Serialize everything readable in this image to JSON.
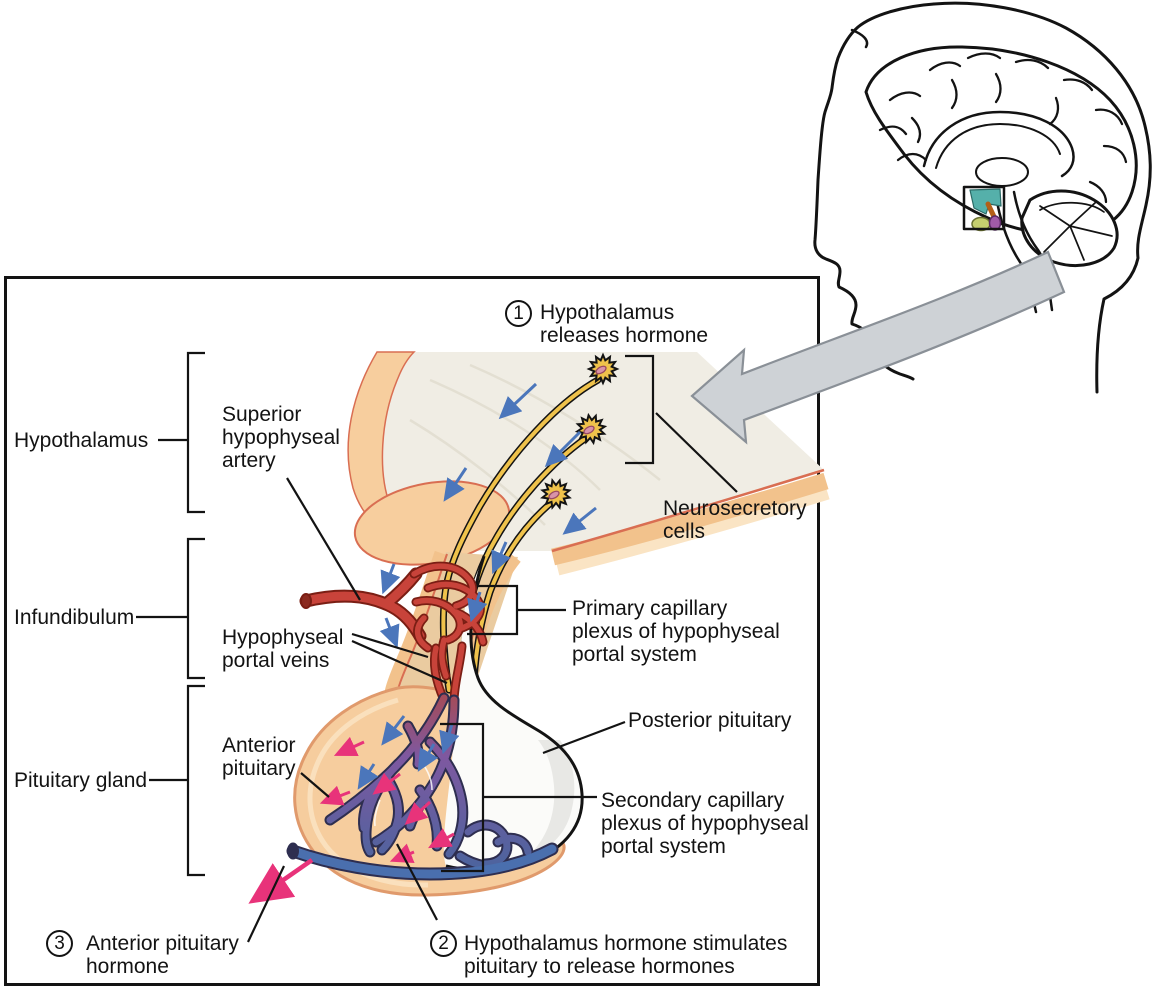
{
  "figure_kind": "anatomical diagram of hypothalamus-pituitary portal system with head locator inset",
  "regions": [
    {
      "id": "hypothalamus",
      "label": "Hypothalamus"
    },
    {
      "id": "infundibulum",
      "label": "Infundibulum"
    },
    {
      "id": "pituitary_gland",
      "label": "Pituitary gland"
    }
  ],
  "structures": {
    "superior_hypophyseal_artery": {
      "lines": [
        "Superior",
        "hypophyseal",
        "artery"
      ]
    },
    "hypophyseal_portal_veins": {
      "lines": [
        "Hypophyseal",
        "portal veins"
      ]
    },
    "anterior_pituitary": {
      "lines": [
        "Anterior",
        "pituitary"
      ]
    },
    "neurosecretory_cells": {
      "lines": [
        "Neurosecretory",
        "cells"
      ]
    },
    "primary_capillary_plexus": {
      "lines": [
        "Primary capillary",
        "plexus of hypophyseal",
        "portal system"
      ]
    },
    "posterior_pituitary": {
      "lines": [
        "Posterior pituitary"
      ]
    },
    "secondary_capillary_plexus": {
      "lines": [
        "Secondary capillary",
        "plexus of hypophyseal",
        "portal system"
      ]
    }
  },
  "steps": [
    {
      "number": "1",
      "lines": [
        "Hypothalamus",
        "releases hormone"
      ]
    },
    {
      "number": "2",
      "lines": [
        "Hypothalamus hormone stimulates",
        "pituitary to release hormones"
      ]
    },
    {
      "number": "3",
      "lines": [
        "Anterior pituitary",
        "hormone"
      ]
    }
  ],
  "colors": {
    "outline_black": "#131313",
    "bone_peach": "#F7CE9E",
    "band_edge_orange": "#D96E52",
    "tissue_beige": "#F0EDE4",
    "stalk_tan": "#EACBA0",
    "axon_yellow": "#EFC24B",
    "artery_red": "#C8433A",
    "artery_dark": "#7A1E14",
    "vein_blue": "#4A6FAE",
    "vessel_outline_navy": "#2E2E50",
    "vessel_purple": "#7E58A0",
    "flow_arrow_blue": "#4B76BB",
    "hormone_arrow_pink": "#E8337A",
    "zoom_arrow_gray": "#CED2D6",
    "posterior_white": "#FBFBF9",
    "inset_hypothalamus_teal": "#55B0AA",
    "inset_anterior_green": "#C6CF6F",
    "inset_posterior_purple": "#A05BA8",
    "inset_stalk_orange": "#E0802F"
  }
}
